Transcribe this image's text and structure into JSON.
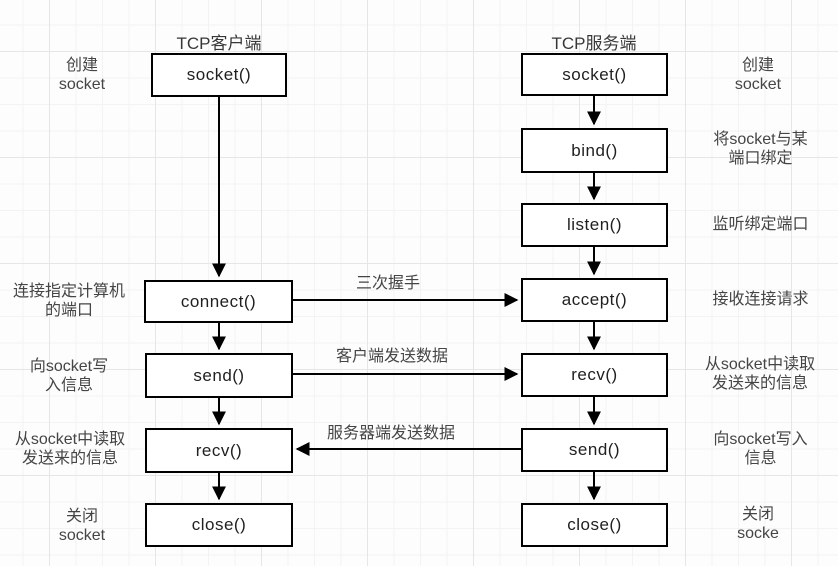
{
  "client": {
    "title": "TCP客户端",
    "boxes": [
      {
        "label": "socket()"
      },
      {
        "label": "connect()"
      },
      {
        "label": "send()"
      },
      {
        "label": "recv()"
      },
      {
        "label": "close()"
      }
    ],
    "annotations": [
      {
        "text": "创建\nsocket"
      },
      {
        "text": "连接指定计算机\n的端口"
      },
      {
        "text": "向socket写\n入信息"
      },
      {
        "text": "从socket中读取\n发送来的信息"
      },
      {
        "text": "关闭\nsocket"
      }
    ]
  },
  "server": {
    "title": "TCP服务端",
    "boxes": [
      {
        "label": "socket()"
      },
      {
        "label": "bind()"
      },
      {
        "label": "listen()"
      },
      {
        "label": "accept()"
      },
      {
        "label": "recv()"
      },
      {
        "label": "send()"
      },
      {
        "label": "close()"
      }
    ],
    "annotations": [
      {
        "text": "创建\nsocket"
      },
      {
        "text": "将socket与某\n端口绑定"
      },
      {
        "text": "监听绑定端口"
      },
      {
        "text": "接收连接请求"
      },
      {
        "text": "从socket中读取\n发送来的信息"
      },
      {
        "text": "向socket写入\n信息"
      },
      {
        "text": "关闭\nsocke"
      }
    ]
  },
  "flows": [
    {
      "label": "三次握手"
    },
    {
      "label": "客户端发送数据"
    },
    {
      "label": "服务器端发送数据"
    }
  ],
  "colors": {
    "box_border": "#000000",
    "box_fill": "#ffffff",
    "arrow": "#000000",
    "text": "#454545"
  }
}
